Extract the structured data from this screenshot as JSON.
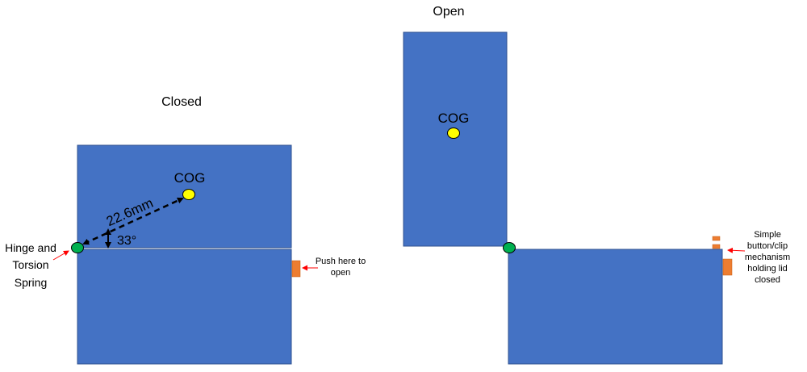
{
  "closed": {
    "title": "Closed",
    "cog_label": "COG",
    "distance_label": "22.6mm",
    "angle_label": "33°",
    "hinge_label": [
      "Hinge and",
      "Torsion",
      "Spring"
    ],
    "push_label": [
      "Push here to",
      "open"
    ]
  },
  "open": {
    "title": "Open",
    "cog_label": "COG",
    "clip_label": [
      "Simple",
      "button/clip",
      "mechanism",
      "holding lid",
      "closed"
    ]
  },
  "colors": {
    "panel": "#4472C4",
    "panel_border": "#2F528F",
    "hinge": "#00B050",
    "cog": "#FFFF00",
    "button": "#ED7D31",
    "pointer_arrow": "#FF0000",
    "measure_arrow": "#000000"
  }
}
